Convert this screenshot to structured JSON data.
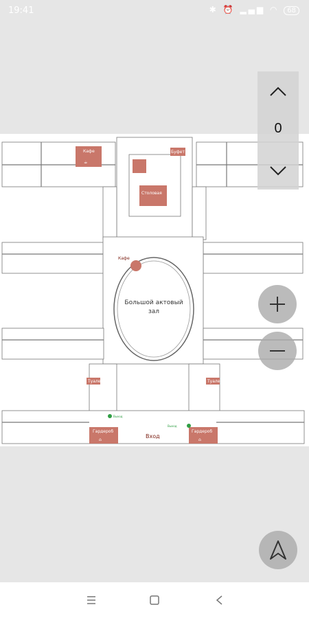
{
  "status_bar": {
    "time": "19:41",
    "battery": "68"
  },
  "map": {
    "labels": {
      "cafe_top": "Кафе",
      "cafe_hall": "Кафе",
      "cafeteria": "Буфет",
      "canteen": "Столовая",
      "big_hall": "Большой актовый",
      "big_hall_2": "зал",
      "entrance": "Вход",
      "wardrobe_left": "Гардероб",
      "wardrobe_right": "Гардероб",
      "toilets_left": "Туалет",
      "toilets_right": "Туалет",
      "exit_left": "Выход",
      "exit_right": "Выход"
    }
  },
  "floor_selector": {
    "current_floor": "0"
  },
  "colors": {
    "poi": "#c9776a",
    "exit_green": "#2f9e44"
  }
}
